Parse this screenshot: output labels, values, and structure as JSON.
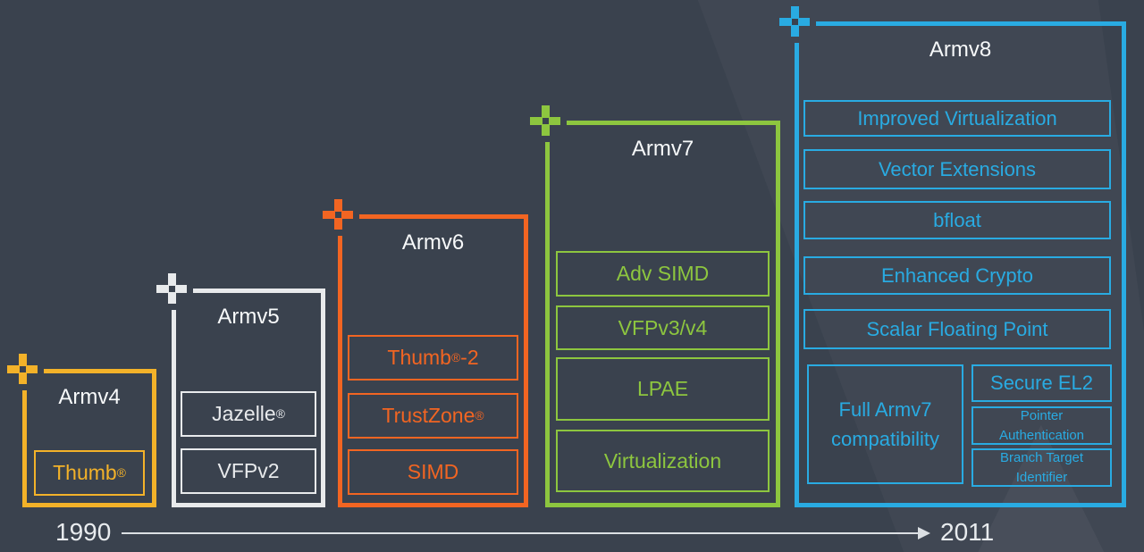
{
  "background": {
    "color": "#3a424e"
  },
  "icons": {
    "corner_marker": "plus-icon"
  },
  "timeline": {
    "start_year": "1990",
    "end_year": "2011",
    "line_color": "#dce0e4"
  },
  "title_color": "#f7f9fa",
  "architectures": [
    {
      "title": "Armv4",
      "color": "#f3b229",
      "features": [
        "Thumb®"
      ]
    },
    {
      "title": "Armv5",
      "color": "#e8eaec",
      "features": [
        "Jazelle®",
        "VFPv2"
      ]
    },
    {
      "title": "Armv6",
      "color": "#f26522",
      "features": [
        "Thumb®-2",
        "TrustZone®",
        "SIMD"
      ]
    },
    {
      "title": "Armv7",
      "color": "#8dc63f",
      "features": [
        "Adv SIMD",
        "VFPv3/v4",
        "LPAE",
        "Virtualization"
      ]
    },
    {
      "title": "Armv8",
      "color": "#29abe2",
      "features": [
        "Improved Virtualization",
        "Vector Extensions",
        "bfloat",
        "Enhanced Crypto",
        "Scalar Floating Point"
      ],
      "compat_feature": "Full Armv7 compatibility",
      "sub_features": [
        "Secure EL2",
        "Pointer Authentication",
        "Branch Target Identifier"
      ]
    }
  ]
}
